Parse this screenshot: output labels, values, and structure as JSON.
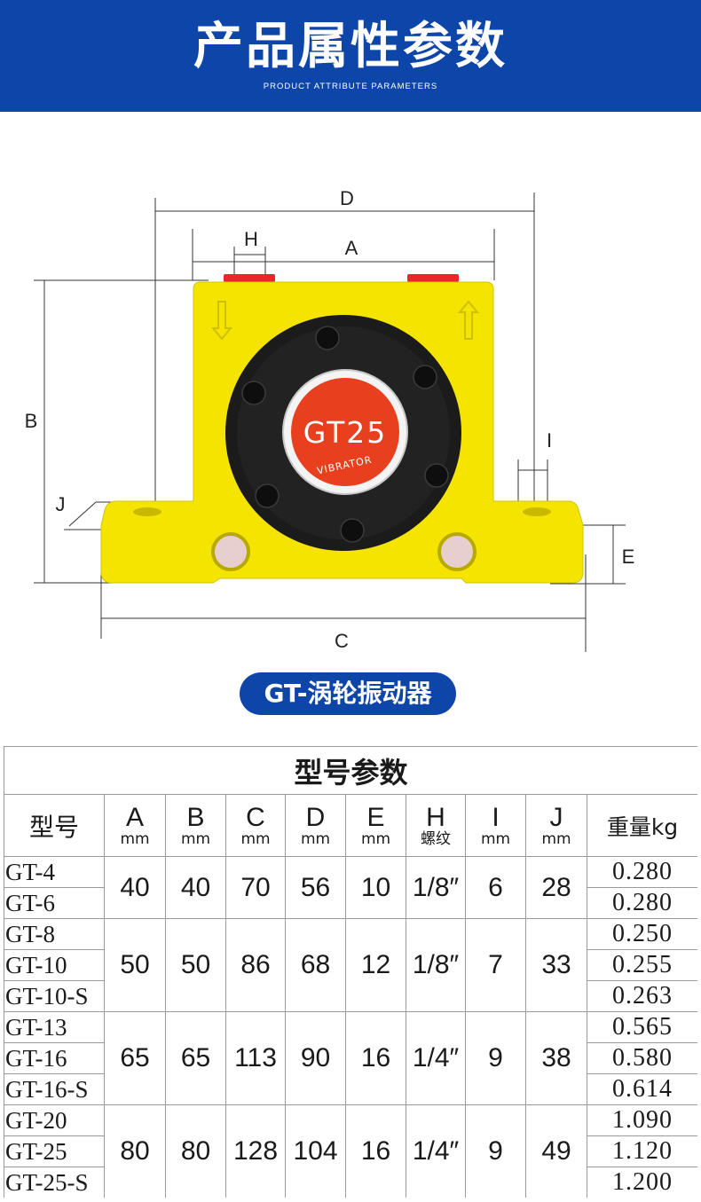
{
  "header": {
    "title": "产品属性参数",
    "subtitle": "PRODUCT ATTRIBUTE PARAMETERS"
  },
  "diagram": {
    "dimension_labels": {
      "A": "A",
      "B": "B",
      "C": "C",
      "D": "D",
      "E": "E",
      "H": "H",
      "I": "I",
      "J": "J"
    },
    "badge_model": "GT25",
    "badge_text": "VIBRATOR",
    "colors": {
      "body": "#f5e400",
      "disc": "#1b1b1b",
      "badge": "#e8401f",
      "accent": "#0d46a8"
    }
  },
  "caption": "GT-涡轮振动器",
  "table": {
    "title": "型号参数",
    "headers": [
      {
        "letter": "型号",
        "unit": ""
      },
      {
        "letter": "A",
        "unit": "mm"
      },
      {
        "letter": "B",
        "unit": "mm"
      },
      {
        "letter": "C",
        "unit": "mm"
      },
      {
        "letter": "D",
        "unit": "mm"
      },
      {
        "letter": "E",
        "unit": "mm"
      },
      {
        "letter": "H",
        "unit": "螺纹"
      },
      {
        "letter": "I",
        "unit": "mm"
      },
      {
        "letter": "J",
        "unit": "mm"
      },
      {
        "letter": "重量kg",
        "unit": ""
      }
    ],
    "groups": [
      {
        "models": [
          "GT-4",
          "GT-6"
        ],
        "A": "40",
        "B": "40",
        "C": "70",
        "D": "56",
        "E": "10",
        "H": "1/8″",
        "I": "6",
        "J": "28",
        "weights": [
          "0.280",
          "0.280"
        ]
      },
      {
        "models": [
          "GT-8",
          "GT-10",
          "GT-10-S"
        ],
        "A": "50",
        "B": "50",
        "C": "86",
        "D": "68",
        "E": "12",
        "H": "1/8″",
        "I": "7",
        "J": "33",
        "weights": [
          "0.250",
          "0.255",
          "0.263"
        ]
      },
      {
        "models": [
          "GT-13",
          "GT-16",
          "GT-16-S"
        ],
        "A": "65",
        "B": "65",
        "C": "113",
        "D": "90",
        "E": "16",
        "H": "1/4″",
        "I": "9",
        "J": "38",
        "weights": [
          "0.565",
          "0.580",
          "0.614"
        ]
      },
      {
        "models": [
          "GT-20",
          "GT-25",
          "GT-25-S"
        ],
        "A": "80",
        "B": "80",
        "C": "128",
        "D": "104",
        "E": "16",
        "H": "1/4″",
        "I": "9",
        "J": "49",
        "weights": [
          "1.090",
          "1.120",
          "1.200"
        ]
      }
    ]
  }
}
